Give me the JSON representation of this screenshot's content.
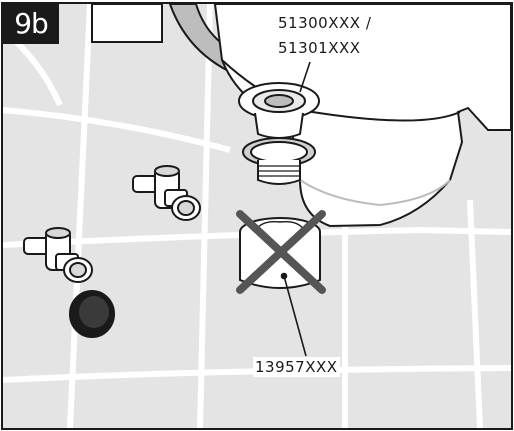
{
  "step": "9b",
  "labels": {
    "part_drain_line1": "51300XXX /",
    "part_drain_line2": "51301XXX",
    "part_crossed": "13957XXX"
  },
  "colors": {
    "tile_bg": "#e4e4e4",
    "grout": "#ffffff",
    "outline": "#1a1a1a",
    "cross": "#555555",
    "badge": "#1a1a1a"
  }
}
